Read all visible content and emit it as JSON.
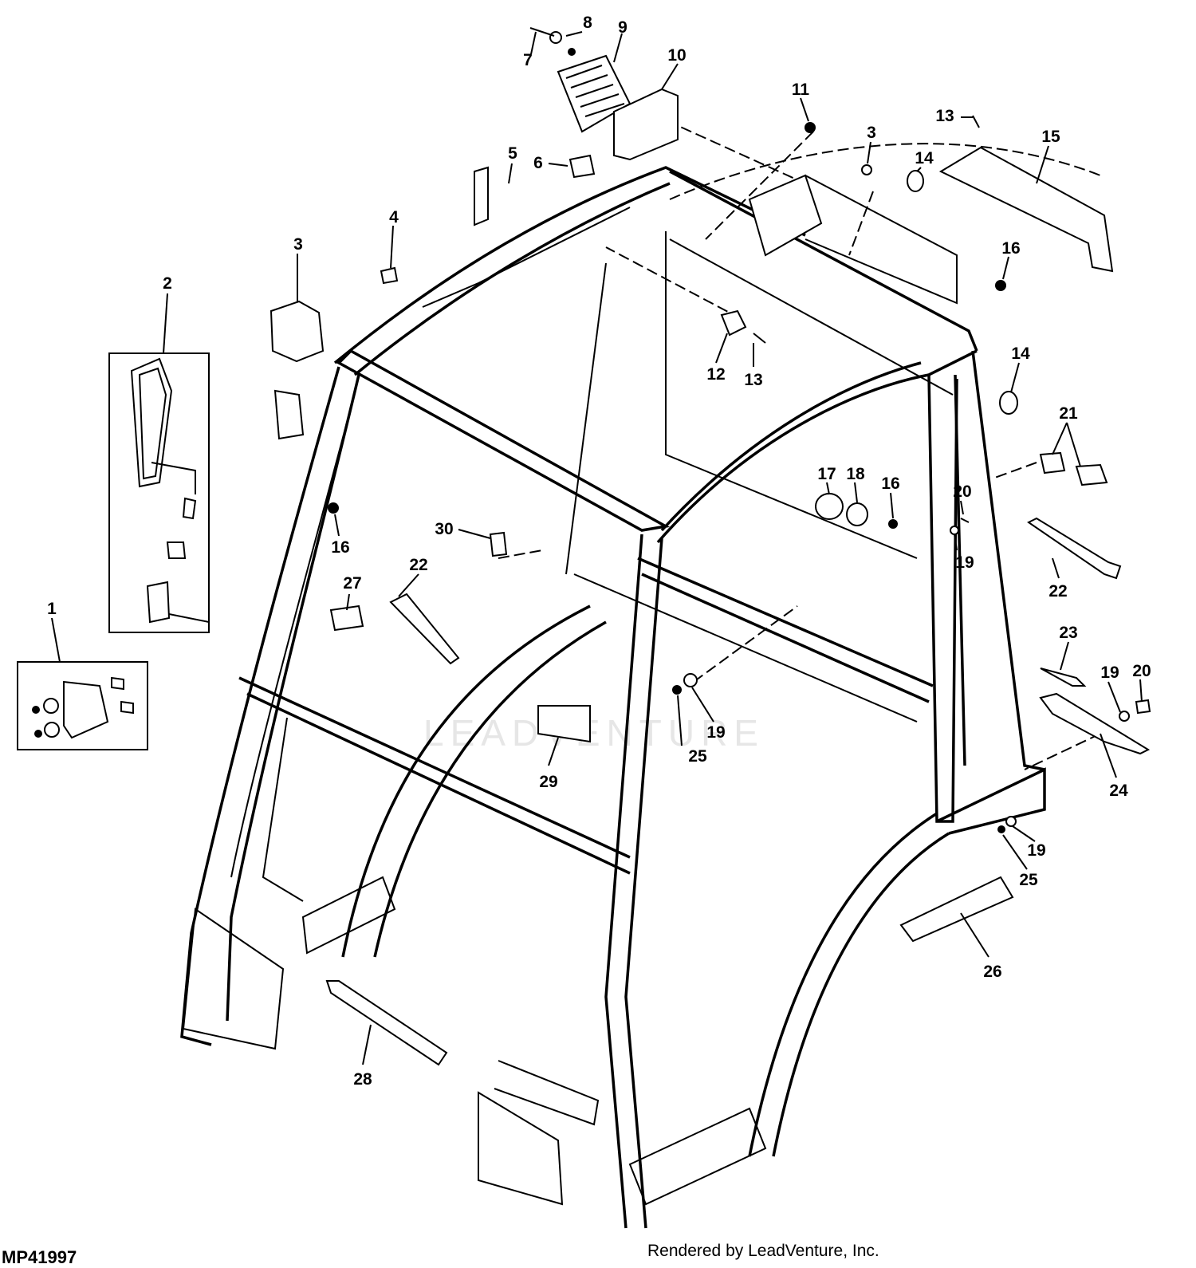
{
  "figure_id": "MP41997",
  "credit": "Rendered by LeadVenture, Inc.",
  "watermark": "LEADVENTURE",
  "callouts": [
    {
      "id": "c1",
      "label": "1"
    },
    {
      "id": "c2",
      "label": "2"
    },
    {
      "id": "c3a",
      "label": "3"
    },
    {
      "id": "c3b",
      "label": "3"
    },
    {
      "id": "c4",
      "label": "4"
    },
    {
      "id": "c5",
      "label": "5"
    },
    {
      "id": "c6",
      "label": "6"
    },
    {
      "id": "c7",
      "label": "7"
    },
    {
      "id": "c8",
      "label": "8"
    },
    {
      "id": "c9",
      "label": "9"
    },
    {
      "id": "c10",
      "label": "10"
    },
    {
      "id": "c11",
      "label": "11"
    },
    {
      "id": "c12",
      "label": "12"
    },
    {
      "id": "c13a",
      "label": "13"
    },
    {
      "id": "c13b",
      "label": "13"
    },
    {
      "id": "c14a",
      "label": "14"
    },
    {
      "id": "c14b",
      "label": "14"
    },
    {
      "id": "c15",
      "label": "15"
    },
    {
      "id": "c16a",
      "label": "16"
    },
    {
      "id": "c16b",
      "label": "16"
    },
    {
      "id": "c16c",
      "label": "16"
    },
    {
      "id": "c17",
      "label": "17"
    },
    {
      "id": "c18",
      "label": "18"
    },
    {
      "id": "c19a",
      "label": "19"
    },
    {
      "id": "c19b",
      "label": "19"
    },
    {
      "id": "c19c",
      "label": "19"
    },
    {
      "id": "c19d",
      "label": "19"
    },
    {
      "id": "c20a",
      "label": "20"
    },
    {
      "id": "c20b",
      "label": "20"
    },
    {
      "id": "c21",
      "label": "21"
    },
    {
      "id": "c22a",
      "label": "22"
    },
    {
      "id": "c22b",
      "label": "22"
    },
    {
      "id": "c23",
      "label": "23"
    },
    {
      "id": "c24",
      "label": "24"
    },
    {
      "id": "c25a",
      "label": "25"
    },
    {
      "id": "c25b",
      "label": "25"
    },
    {
      "id": "c26",
      "label": "26"
    },
    {
      "id": "c27",
      "label": "27"
    },
    {
      "id": "c28",
      "label": "28"
    },
    {
      "id": "c29",
      "label": "29"
    },
    {
      "id": "c30",
      "label": "30"
    }
  ]
}
